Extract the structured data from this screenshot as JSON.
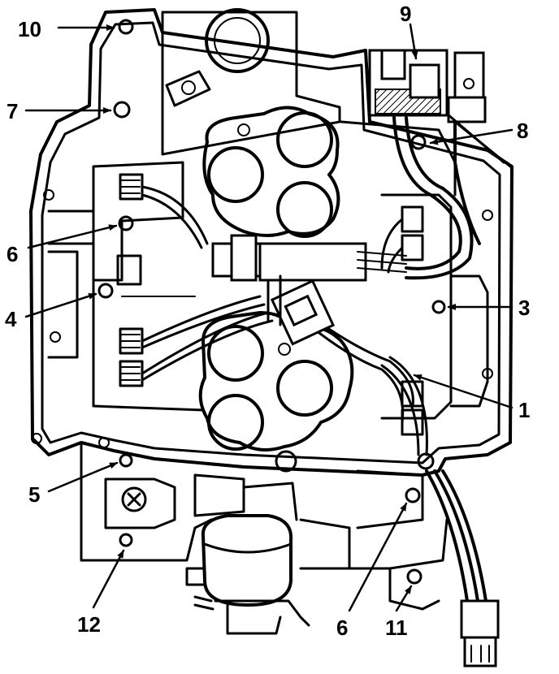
{
  "diagram": {
    "callouts": [
      {
        "id": "c10",
        "label": "10"
      },
      {
        "id": "c9",
        "label": "9"
      },
      {
        "id": "c7",
        "label": "7"
      },
      {
        "id": "c8",
        "label": "8"
      },
      {
        "id": "c6a",
        "label": "6"
      },
      {
        "id": "c4",
        "label": "4"
      },
      {
        "id": "c3",
        "label": "3"
      },
      {
        "id": "c1",
        "label": "1"
      },
      {
        "id": "c5",
        "label": "5"
      },
      {
        "id": "c12",
        "label": "12"
      },
      {
        "id": "c6b",
        "label": "6"
      },
      {
        "id": "c11",
        "label": "11"
      }
    ],
    "colors": {
      "ink": "#000000",
      "paper": "#ffffff"
    }
  }
}
